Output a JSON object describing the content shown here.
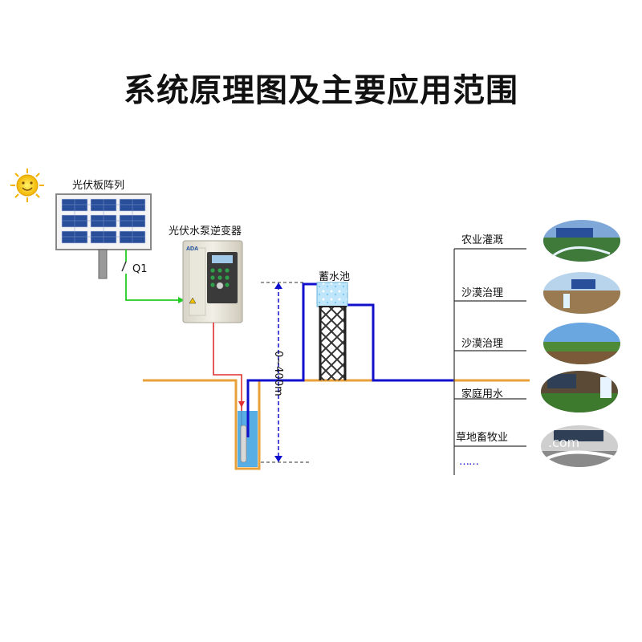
{
  "title": "系统原理图及主要应用范围",
  "labels": {
    "solar_array": "光伏板阵列",
    "switch": "Q1",
    "inverter": "光伏水泵逆变器",
    "inverter_brand": "ADA",
    "reservoir": "蓄水池",
    "depth": "0~400m"
  },
  "applications": [
    {
      "label": "农业灌溉"
    },
    {
      "label": "沙漠治理"
    },
    {
      "label": "沙漠治理"
    },
    {
      "label": "家庭用水"
    },
    {
      "label": "草地畜牧业"
    }
  ],
  "more": "……",
  "watermark": ".com",
  "colors": {
    "ground": "#e8a03a",
    "water_pipe": "#1010cc",
    "dc_wire": "#22cc22",
    "ac_wire": "#e03030",
    "well_water": "#3aa0e0",
    "panel_frame": "#888888",
    "cell": "#2a4f9a"
  }
}
